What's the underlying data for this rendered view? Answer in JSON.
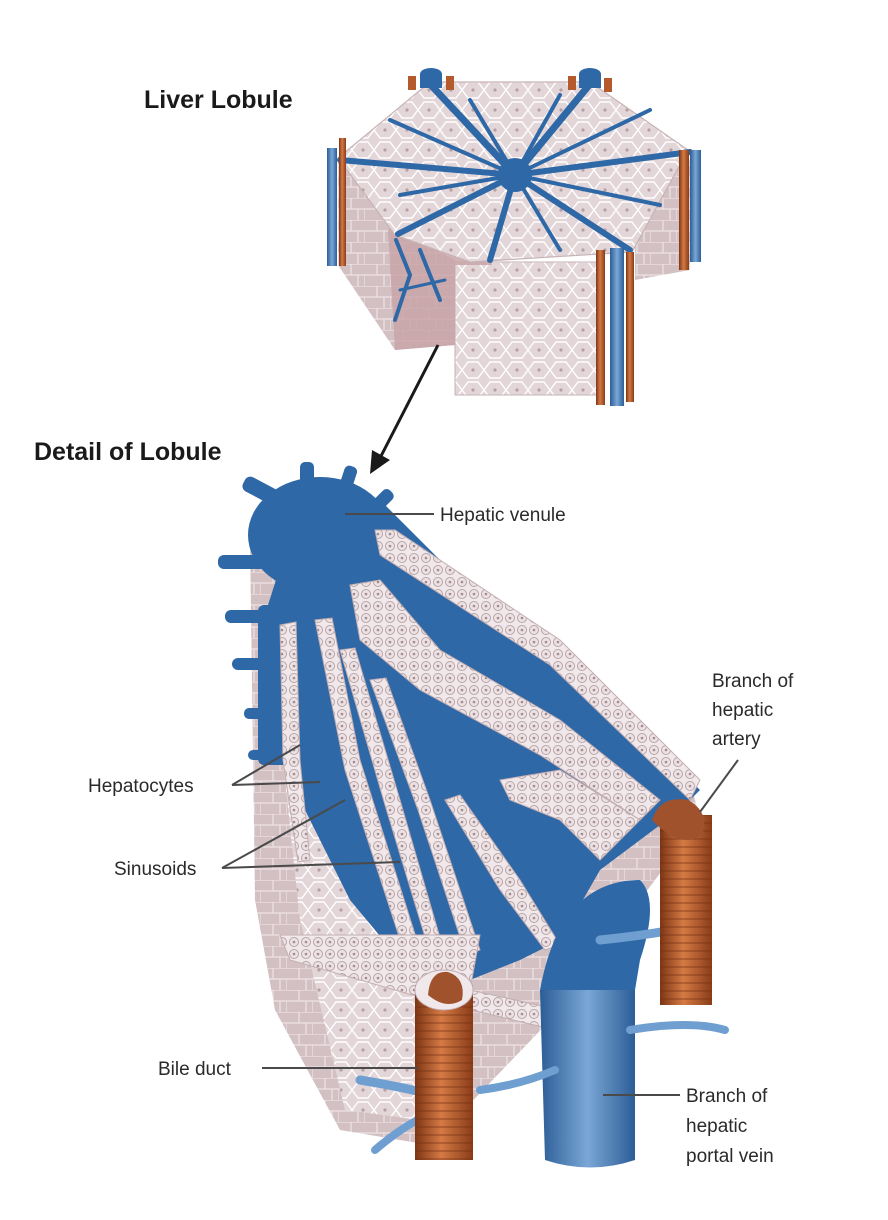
{
  "figure": {
    "title_lobule": "Liver Lobule",
    "title_detail": "Detail of Lobule",
    "labels": {
      "hepatic_venule": "Hepatic venule",
      "hepatic_artery": [
        "Branch of",
        "hepatic",
        "artery"
      ],
      "hepatocytes": "Hepatocytes",
      "sinusoids": "Sinusoids",
      "bile_duct": "Bile duct",
      "portal_vein": [
        "Branch of",
        "hepatic",
        "portal vein"
      ]
    }
  },
  "colors": {
    "vein_blue": "#2e68a6",
    "vein_blue_light": "#6f9fd0",
    "tissue_pink": "#e3d6d8",
    "tissue_pink_dark": "#c9b4b7",
    "cell_border": "#ffffff",
    "artery_brown": "#b45a2c",
    "artery_brown_dark": "#8a3c18",
    "bile_duct_brown": "#a0522d"
  }
}
